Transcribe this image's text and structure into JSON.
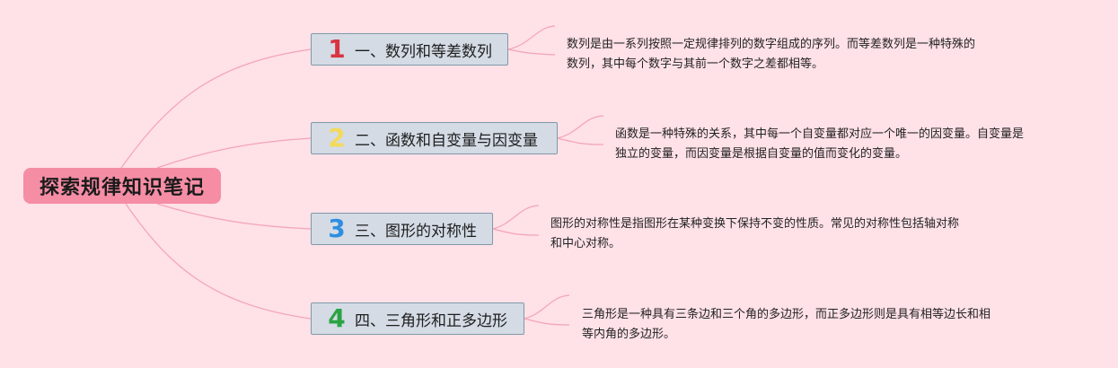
{
  "root": {
    "label": "探索规律知识笔记"
  },
  "branches": [
    {
      "number": "1",
      "label": "一、数列和等差数列",
      "note_lines": [
        "数列是由一系列按照一定规律排列的数字组成的序列。而等差数列是一种特殊的",
        "数列，其中每个数字与其前一个数字之差都相等。"
      ]
    },
    {
      "number": "2",
      "label": "二、函数和自变量与因变量",
      "note_lines": [
        "函数是一种特殊的关系，其中每一个自变量都对应一个唯一的因变量。自变量是",
        "独立的变量，而因变量是根据自变量的值而变化的变量。"
      ]
    },
    {
      "number": "3",
      "label": "三、图形的对称性",
      "note_lines": [
        "图形的对称性是指图形在某种变换下保持不变的性质。常见的对称性包括轴对称",
        "和中心对称。"
      ]
    },
    {
      "number": "4",
      "label": "四、三角形和正多边形",
      "note_lines": [
        "三角形是一种具有三条边和三个角的多边形，而正多边形则是具有相等边长和相",
        "等内角的多边形。"
      ]
    }
  ],
  "colors": {
    "background": "#ffe1e8",
    "root_fill": "#f58da5",
    "branch_fill": "#d4dbe5",
    "branch_border": "#7f9aa6",
    "connector": "#f3a3b7",
    "number_1": "#d8343f",
    "number_2": "#f4da5a",
    "number_3": "#2f8ee0",
    "number_4": "#2aa443"
  }
}
